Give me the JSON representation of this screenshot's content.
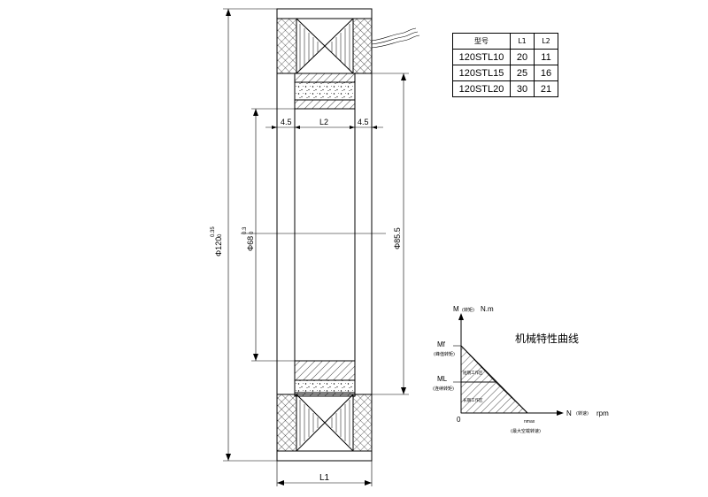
{
  "table": {
    "headers": [
      "型号",
      "L1",
      "L2"
    ],
    "rows": [
      [
        "120STL10",
        "20",
        "11"
      ],
      [
        "120STL15",
        "25",
        "16"
      ],
      [
        "120STL20",
        "30",
        "21"
      ]
    ]
  },
  "dimensions": {
    "outer_dia": "Φ120",
    "outer_tol_upper": "0.35",
    "outer_tol_lower": "0",
    "inner_dia": "Φ68",
    "inner_tol_upper": "0.3",
    "inner_tol_lower": "0",
    "mid_dia": "Φ85.5",
    "gap_left": "4.5",
    "gap_mid": "L2",
    "gap_right": "4.5",
    "bottom_width": "L1"
  },
  "curve": {
    "title": "机械特性曲线",
    "y_axis_label": "M",
    "y_axis_sub": "(转矩)",
    "y_axis_unit": "N.m",
    "x_axis_label": "N",
    "x_axis_sub": "(转速)",
    "x_axis_unit": "rpm",
    "mf_label": "Mf",
    "mf_sub": "(峰值转矩)",
    "ml_label": "ML",
    "ml_sub": "(连续转矩)",
    "zone_short": "短期工作区",
    "zone_long": "长期工作区",
    "origin_label": "0",
    "nmax_label": "nmax",
    "nmax_sub": "(最大空载转速)"
  }
}
